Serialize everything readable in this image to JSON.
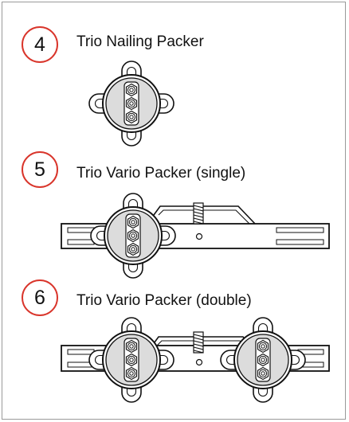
{
  "items": [
    {
      "number": "4",
      "label": "Trio Nailing Packer"
    },
    {
      "number": "5",
      "label": "Trio Vario Packer (single)"
    },
    {
      "number": "6",
      "label": "Trio Vario Packer (double)"
    }
  ],
  "colors": {
    "badge_border": "#d9352b",
    "disc_fill": "#dcdcdc",
    "line": "#111111",
    "frame": "#9a9a9a"
  }
}
